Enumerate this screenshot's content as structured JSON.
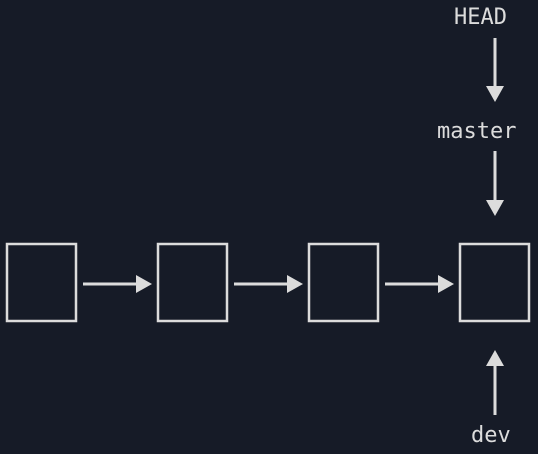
{
  "diagram": {
    "type": "git-branch-diagram",
    "commits": [
      {
        "id": "c1"
      },
      {
        "id": "c2"
      },
      {
        "id": "c3"
      },
      {
        "id": "c4"
      }
    ],
    "edges": [
      {
        "from": "c1",
        "to": "c2"
      },
      {
        "from": "c2",
        "to": "c3"
      },
      {
        "from": "c3",
        "to": "c4"
      }
    ],
    "refs": {
      "head": "HEAD",
      "master": "master",
      "dev": "dev"
    },
    "pointers": [
      {
        "from": "HEAD",
        "to": "master"
      },
      {
        "from": "master",
        "to": "c4"
      },
      {
        "from": "dev",
        "to": "c4"
      }
    ],
    "colors": {
      "background": "#161b27",
      "stroke": "#dcdcdc",
      "text": "#dcdcdc"
    }
  }
}
